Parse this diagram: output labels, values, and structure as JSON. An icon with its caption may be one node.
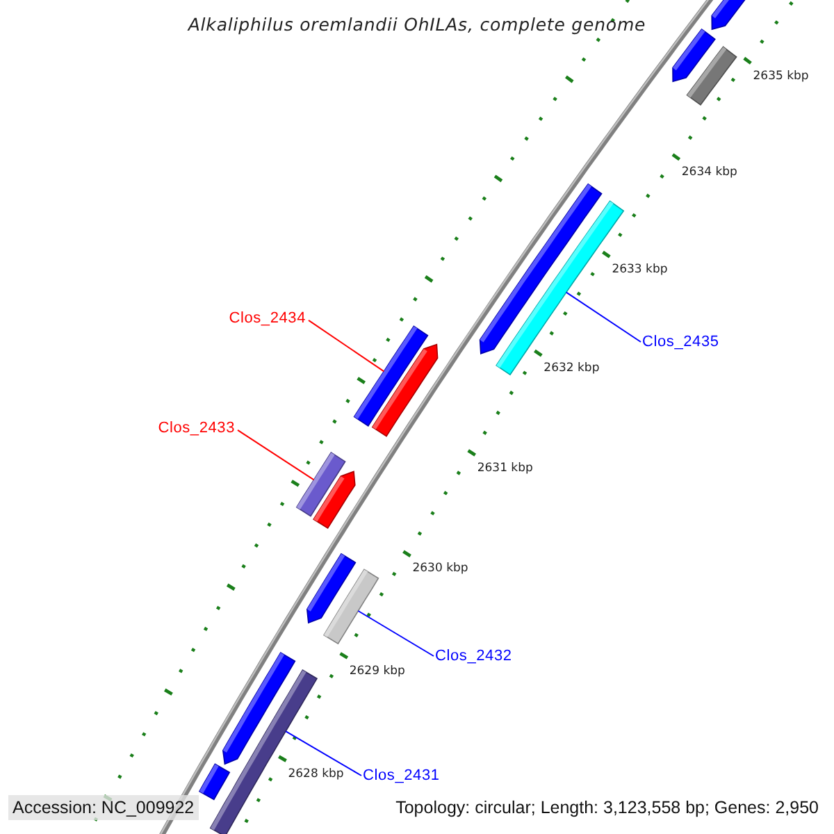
{
  "diagram": {
    "title": "Alkaliphilus oremlandii OhILAs, complete genome",
    "nodes": [
      {
        "text": [],
        "shape": "bar"
      },
      {
        "text": [],
        "shape": "bar"
      },
      {
        "text": [],
        "shape": "bar"
      },
      {
        "text": [],
        "shape": "bar"
      },
      {
        "text": [],
        "shape": "bar"
      },
      {
        "text": [
          "Clos_2434"
        ]
      },
      {
        "text": [],
        "shape": "bar"
      },
      {
        "text": [],
        "shape": "bar"
      },
      {
        "text": [
          "Clos_2435"
        ]
      },
      {
        "text": [
          "Clos_2433"
        ]
      },
      {
        "text": [],
        "shape": "bar"
      },
      {
        "text": [],
        "shape": "bar"
      },
      {
        "text": [],
        "shape": "bar"
      },
      {
        "text": [],
        "shape": "bar"
      },
      {
        "text": [
          "Clos_2432"
        ]
      },
      {
        "text": [],
        "shape": "bar"
      },
      {
        "text": [],
        "shape": "bar"
      },
      {
        "text": [
          "Clos_2431"
        ]
      },
      {
        "text": [],
        "shape": "bar"
      }
    ],
    "edges": [
      {
        "from": 5,
        "to": 6,
        "arrow": "none",
        "color": "#ff0000"
      },
      {
        "from": 8,
        "to": 4,
        "arrow": "none"
      },
      {
        "from": 9,
        "to": 10,
        "arrow": "none",
        "color": "#ff0000"
      },
      {
        "from": 14,
        "to": 13,
        "arrow": "none"
      },
      {
        "from": 17,
        "to": 16,
        "arrow": "none"
      }
    ],
    "labels": [
      "2635 kbp",
      "2634 kbp",
      "2633 kbp",
      "2632 kbp",
      "2631 kbp",
      "2630 kbp",
      "2629 kbp",
      "2628 kbp",
      "Accession: NC_009922",
      "Topology: circular; Length: 3,123,558 bp; Genes: 2,950"
    ]
  }
}
